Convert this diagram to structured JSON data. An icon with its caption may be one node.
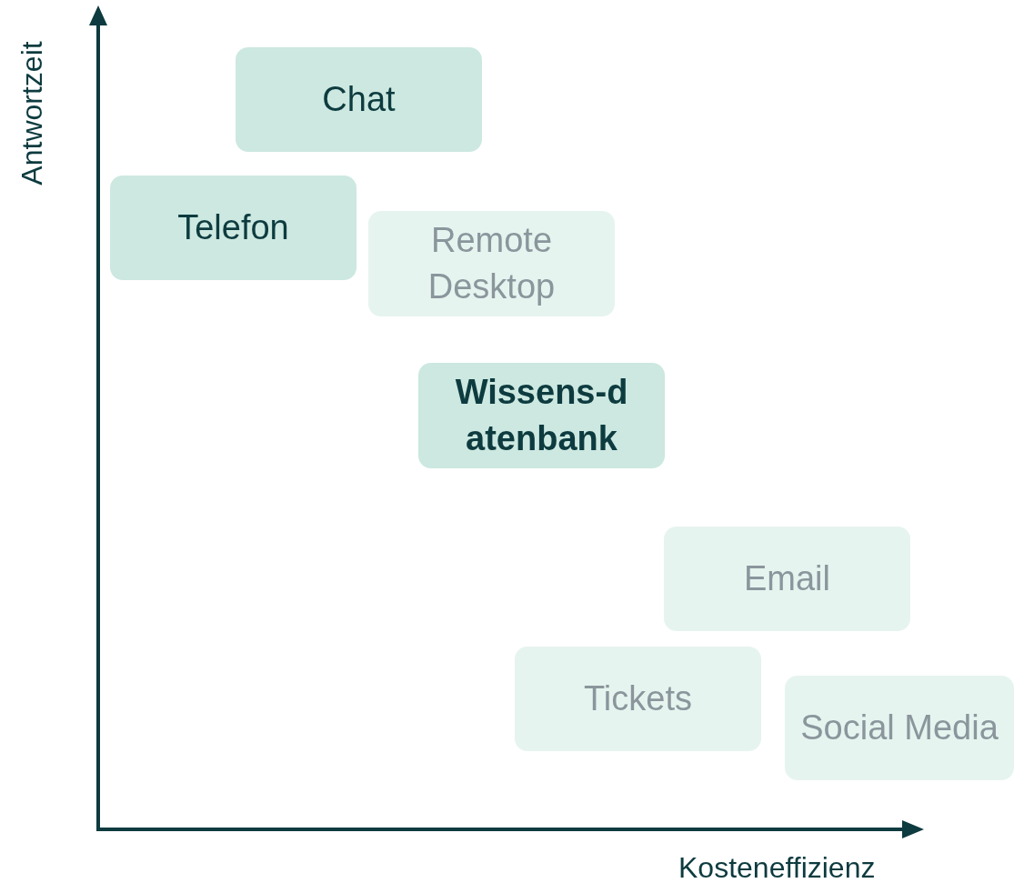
{
  "diagram": {
    "nodes": [
      {
        "text": [
          "Chat"
        ]
      },
      {
        "text": [
          "Telefon"
        ]
      },
      {
        "text": [
          "Remote Desktop"
        ]
      },
      {
        "text": [
          "Wissens-d atenbank"
        ]
      },
      {
        "text": [
          "Email"
        ]
      },
      {
        "text": [
          "Tickets"
        ]
      },
      {
        "text": [
          "Social Media"
        ]
      }
    ],
    "edges": [],
    "labels": [
      "Antwortzeit",
      "Kosteneffizienz"
    ]
  }
}
